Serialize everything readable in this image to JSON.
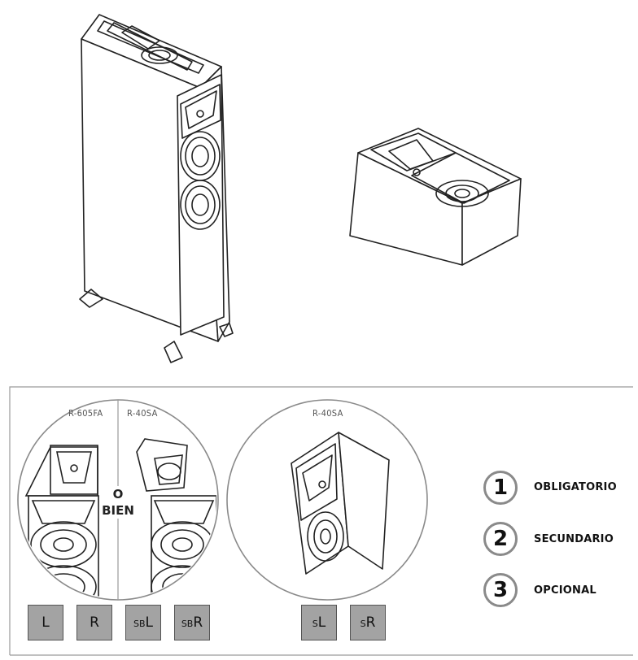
{
  "panel": {
    "circle_left_label_1": "R-605FA",
    "circle_left_label_2": "R-40SA",
    "or_text_1": "O",
    "or_text_2": "BIEN",
    "circle_right_label": "R-40SA"
  },
  "legend": [
    {
      "number": "1",
      "label": "OBLIGATORIO"
    },
    {
      "number": "2",
      "label": "SECUNDARIO"
    },
    {
      "number": "3",
      "label": "OPCIONAL"
    }
  ],
  "channels": [
    {
      "prefix": "",
      "main": "L"
    },
    {
      "prefix": "",
      "main": "R"
    },
    {
      "prefix": "SB",
      "main": "L"
    },
    {
      "prefix": "SB",
      "main": "R"
    },
    {
      "prefix": "S",
      "main": "L"
    },
    {
      "prefix": "S",
      "main": "R"
    }
  ],
  "colors": {
    "line": "#222222",
    "panel_border": "#9a9a9a",
    "chip_fill": "#a3a3a3",
    "circle_stroke": "#8a8a8a"
  }
}
